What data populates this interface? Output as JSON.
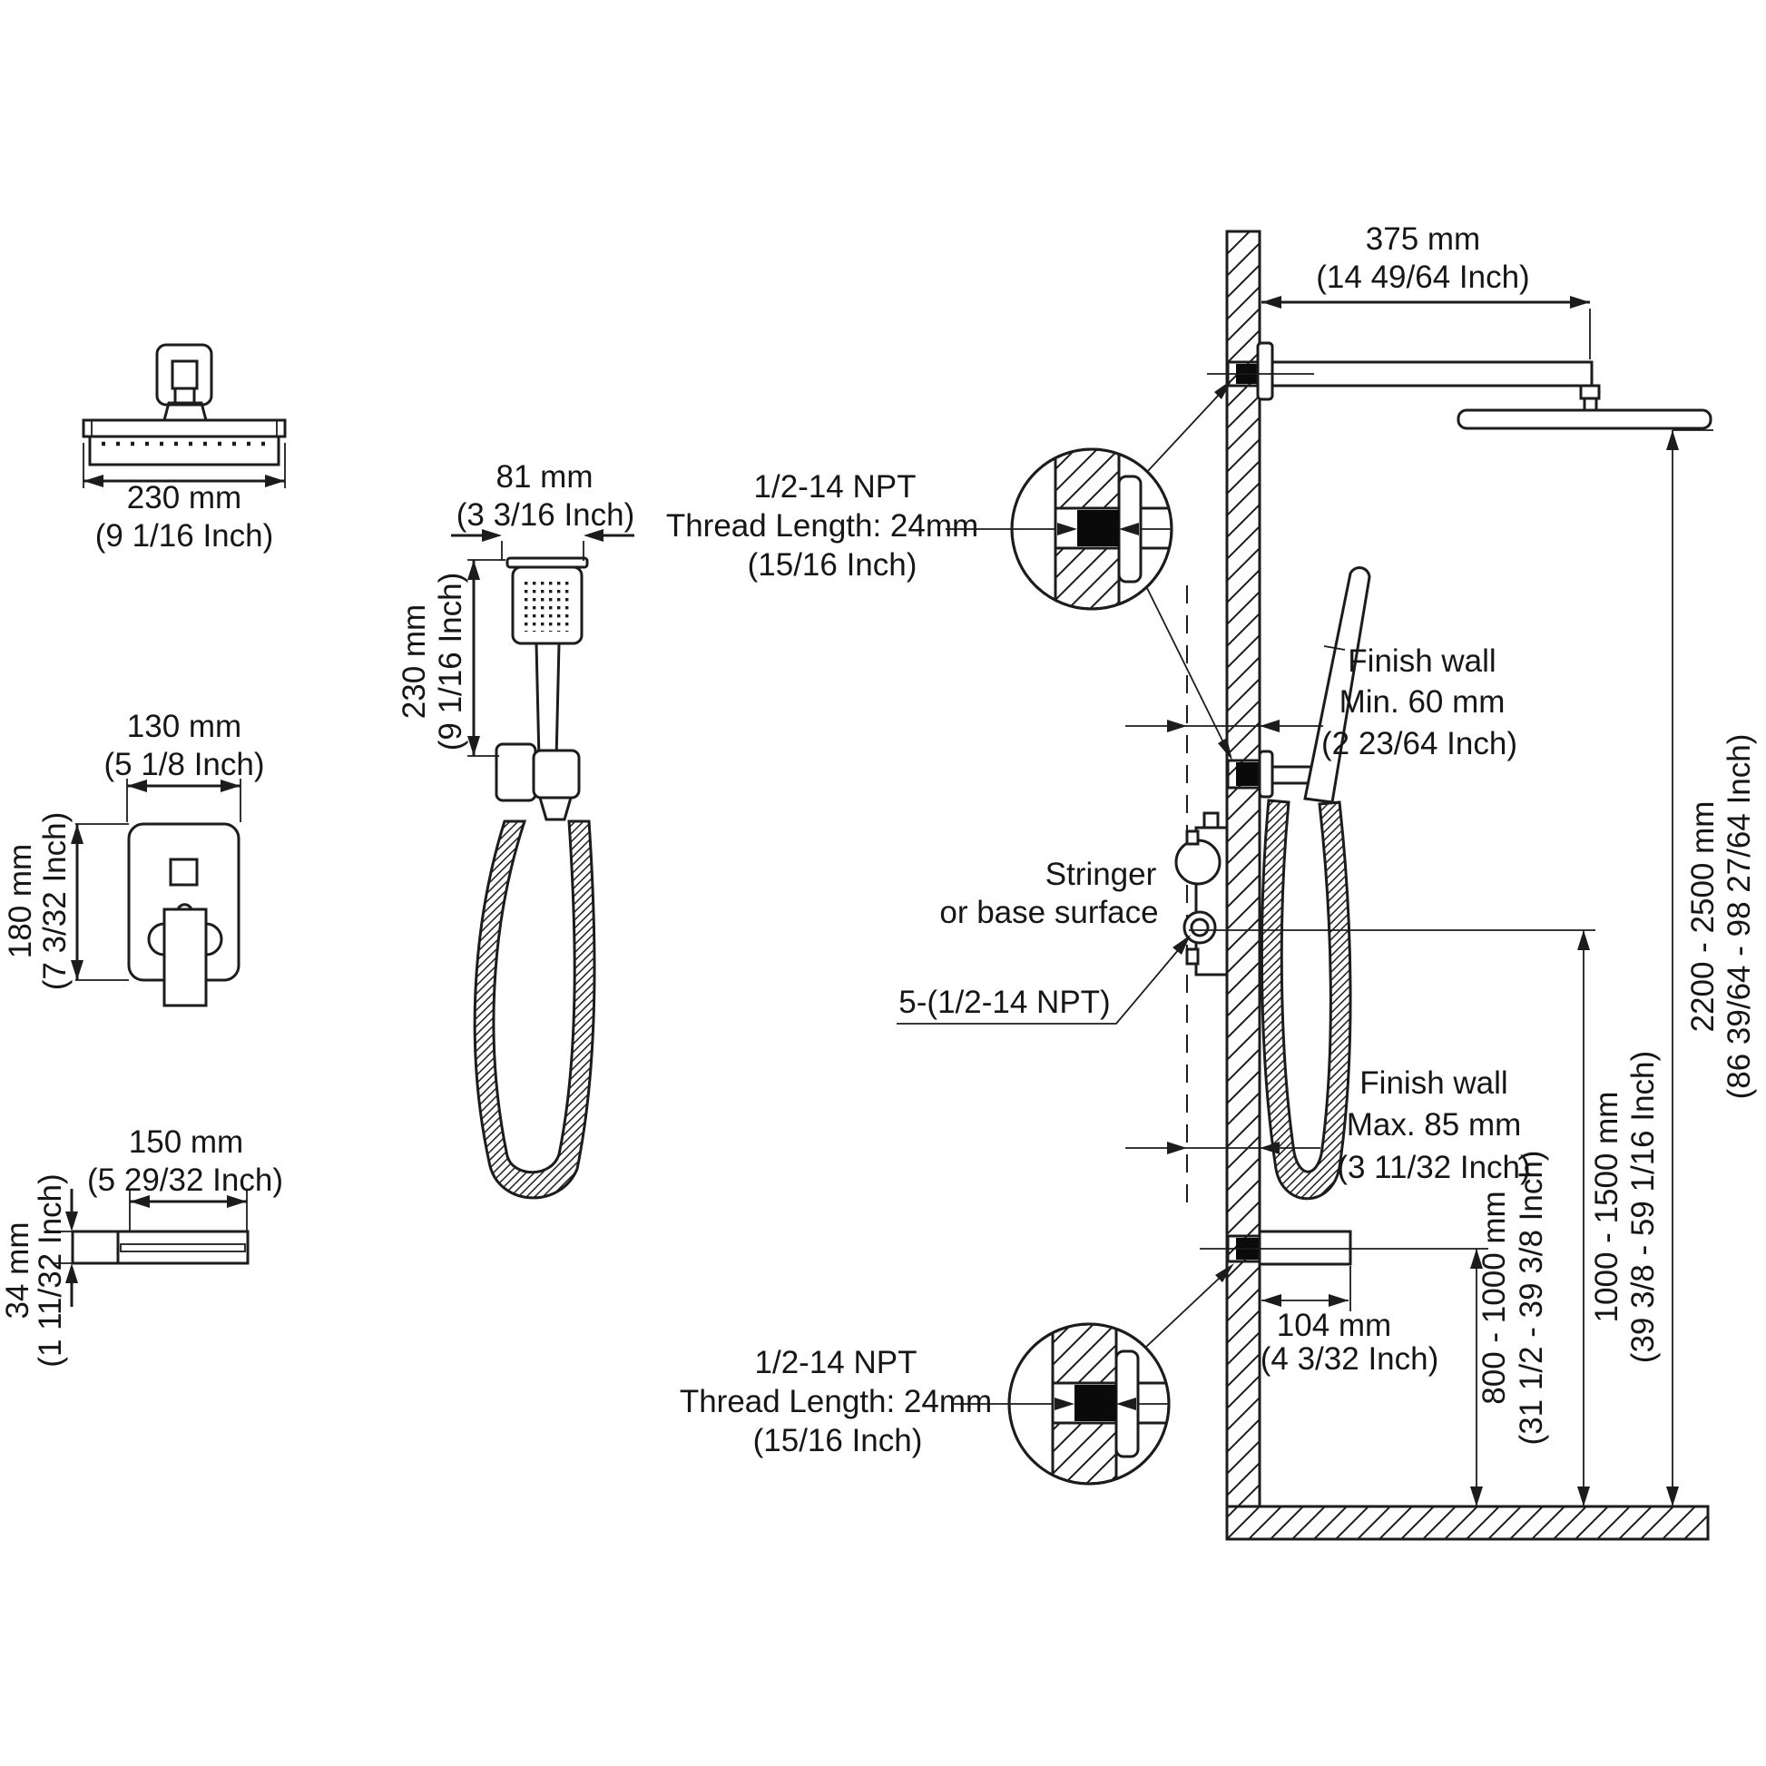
{
  "drawing_title": "Shower system installation dimension drawing",
  "colors": {
    "line": "#1c1c1c",
    "npt_fill": "#0a0a0a",
    "background": "#ffffff"
  },
  "views": {
    "rain_head_top": {
      "width_mm": "230 mm",
      "width_in": "(9 1/16 Inch)"
    },
    "valve_trim": {
      "width_mm": "130 mm",
      "width_in": "(5 1/8 Inch)",
      "height_mm": "180 mm",
      "height_in": "(7 3/32 Inch)"
    },
    "tub_spout": {
      "length_mm": "150 mm",
      "length_in": "(5 29/32 Inch)",
      "height_mm": "34 mm",
      "height_in": "(1 11/32 Inch)"
    },
    "hand_shower": {
      "width_mm": "81 mm",
      "width_in": "(3 3/16 Inch)",
      "height_mm": "230 mm",
      "height_in": "(9 1/16 Inch)"
    }
  },
  "installation": {
    "arm_length_mm": "375 mm",
    "arm_length_in": "(14 49/64 Inch)",
    "npt_top": {
      "line1": "1/2-14 NPT",
      "line2": "Thread Length: 24mm",
      "line3": "(15/16 Inch)"
    },
    "finish_wall_min": {
      "line1": "Finish wall",
      "line2": "Min. 60 mm",
      "line3": "(2 23/64 Inch)"
    },
    "stringer": {
      "line1": "Stringer",
      "line2": "or base surface"
    },
    "npt_ports": "5-(1/2-14 NPT)",
    "finish_wall_max": {
      "line1": "Finish wall",
      "line2": "Max. 85 mm",
      "line3": "(3 11/32 Inch)"
    },
    "spout_length_mm": "104 mm",
    "spout_length_in": "(4 3/32 Inch)",
    "npt_bottom": {
      "line1": "1/2-14 NPT",
      "line2": "Thread Length: 24mm",
      "line3": "(15/16 Inch)"
    },
    "spout_height_mm": "800 - 1000 mm",
    "spout_height_in": "(31 1/2 - 39 3/8 Inch)",
    "valve_height_mm": "1000 - 1500 mm",
    "valve_height_in": "(39 3/8 - 59 1/16 Inch)",
    "head_height_mm": "2200 - 2500 mm",
    "head_height_in": "(86 39/64 - 98 27/64 Inch)"
  }
}
